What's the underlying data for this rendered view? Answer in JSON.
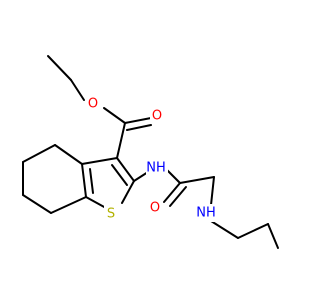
{
  "molecule": {
    "colors": {
      "bond": "#000000",
      "oxygen": "#ff0000",
      "nitrogen": "#0000ff",
      "sulfur": "#b2b200",
      "hydrogen_on_n": "#0000ff"
    },
    "labels": {
      "ester_ether_oxygen": "O",
      "ester_carbonyl_oxygen": "O",
      "amide_nh": "NH",
      "amide_carbonyl_oxygen": "O",
      "amine_nh": "NH",
      "thiophene_sulfur": "S"
    }
  }
}
